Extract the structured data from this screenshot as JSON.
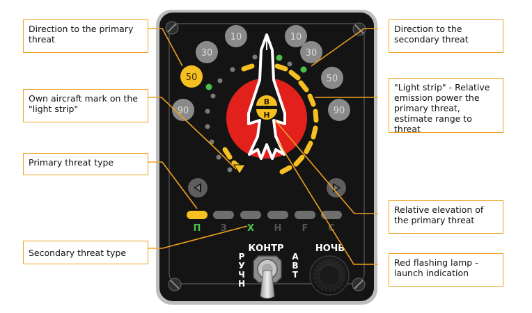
{
  "callouts": {
    "direction_primary": "Direction to the primary threat",
    "direction_secondary": "Direction to the secondary threat",
    "own_aircraft": "Own aircraft mark on the \"light strip\"",
    "light_strip": "\"Light strip\" - Relative emission power the primary threat, estimate range to threat",
    "primary_type": "Primary threat type",
    "relative_elevation": "Relative elevation of the primary threat",
    "secondary_type": "Secondary threat type",
    "red_lamp": "Red flashing lamp - launch indication"
  },
  "panel": {
    "bearing_labels": {
      "top_left": "10",
      "top_right": "10",
      "upper_left": "30",
      "upper_right": "30",
      "left_active": "50",
      "right": "50",
      "lower_left": "90",
      "lower_right": "90"
    },
    "elevation_upper": "В",
    "elevation_lower": "Н",
    "threat_types": [
      "П",
      "З",
      "Х",
      "Н",
      "F",
      "С"
    ],
    "active_primary_type": "П",
    "active_secondary_type": "Х",
    "switch_label_top": "КОНТР",
    "switch_label_left": "РУЧН",
    "switch_label_right": "АВТ",
    "night_label": "НОЧЬ"
  },
  "colors": {
    "callout_border": "#f0a020",
    "panel_bg": "#141414",
    "amber": "#f5c020",
    "red_lamp": "#e3211c",
    "green": "#49c04a",
    "dim_lamp": "#8a8a8a"
  }
}
